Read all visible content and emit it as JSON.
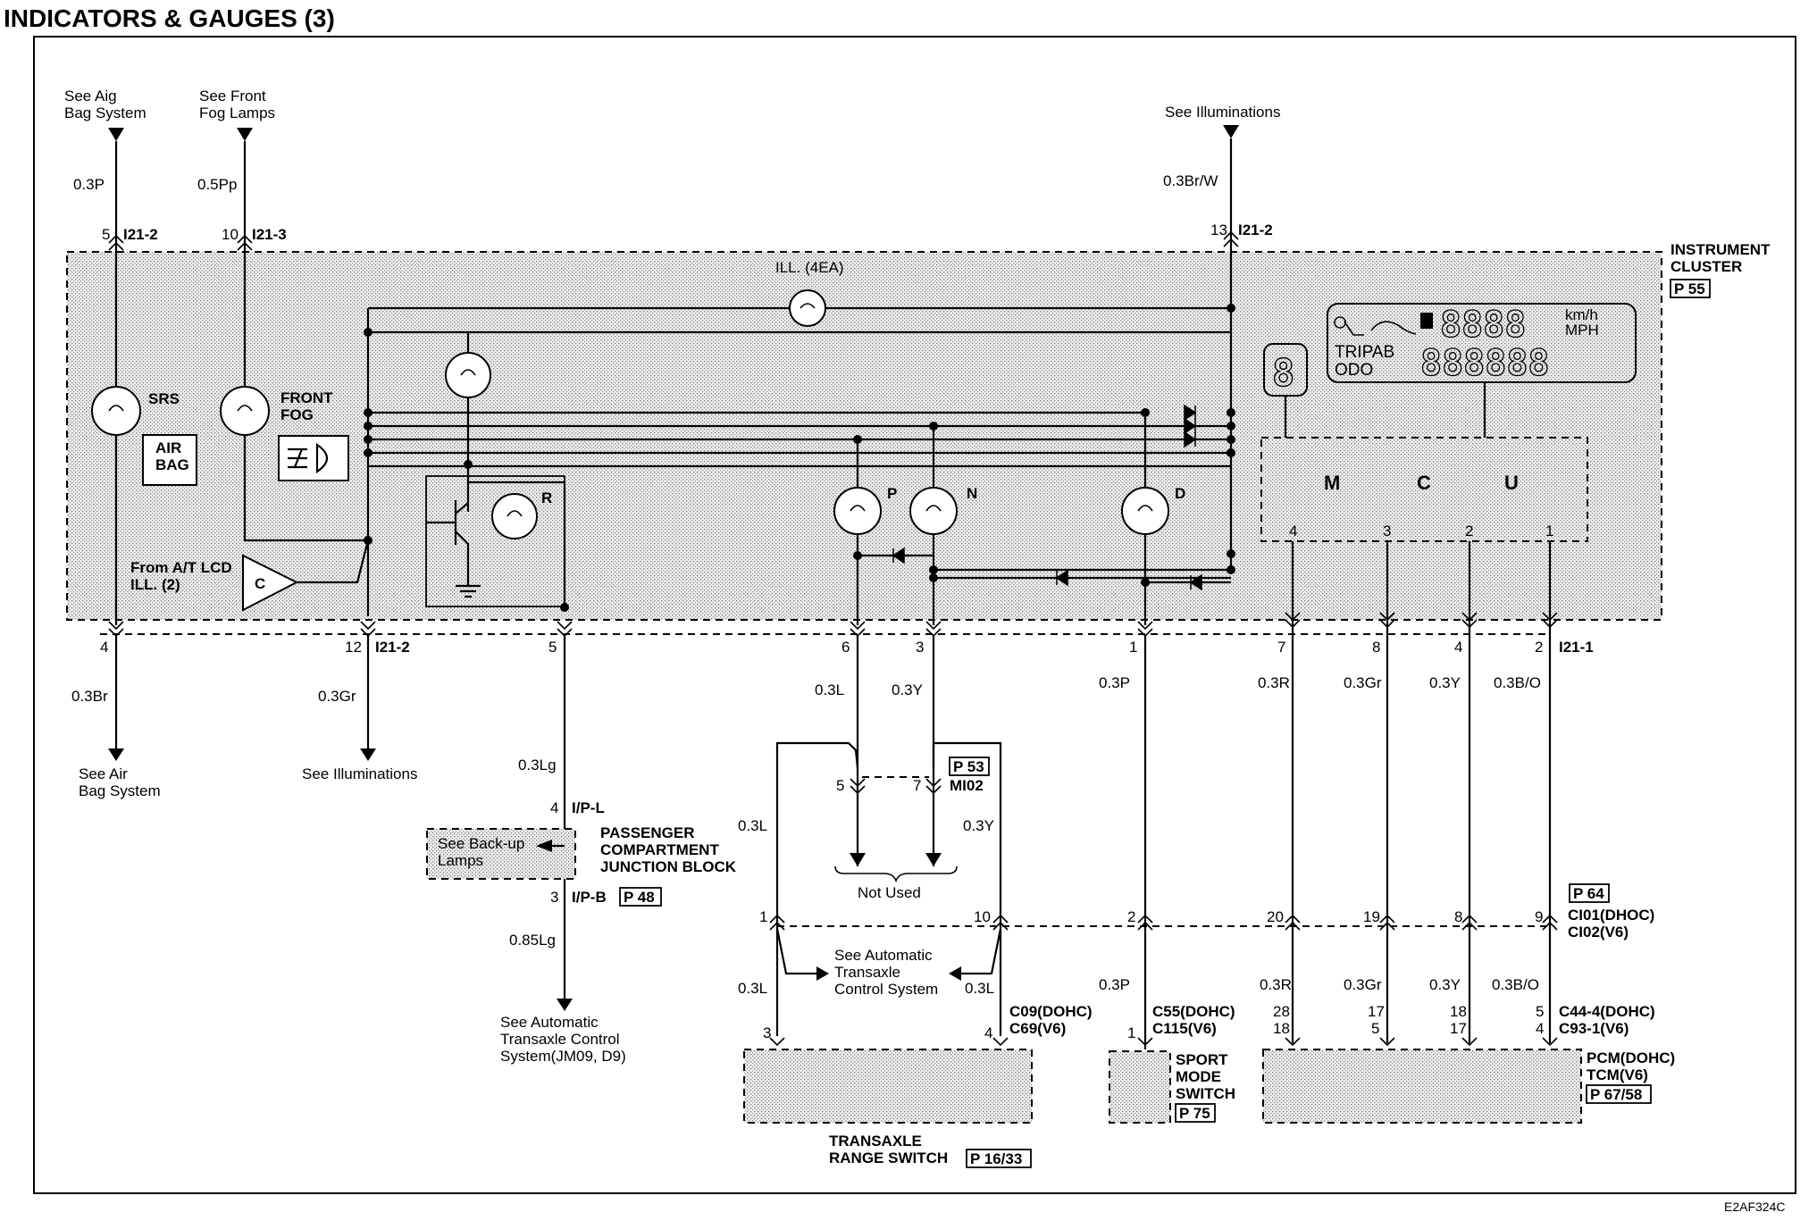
{
  "title": "INDICATORS & GAUGES (3)",
  "figure_code": "E2AF324C",
  "top_refs": {
    "airbag": "See Aig\nBag System",
    "front_fog": "See Front\nFog Lamps",
    "illuminations": "See Illuminations"
  },
  "top_wires": {
    "airbag": "0.3P",
    "fog": "0.5Pp",
    "ill": "0.3Br/W"
  },
  "top_pins": {
    "airbag": "5",
    "airbag_conn": "I21-2",
    "fog": "10",
    "fog_conn": "I21-3",
    "ill": "13",
    "ill_conn": "I21-2"
  },
  "cluster": {
    "label": "INSTRUMENT\nCLUSTER",
    "page_ref": "P 55",
    "ill_label": "ILL. (4EA)",
    "srs": "SRS",
    "air_bag": "AIR\nBAG",
    "front_fog": "FRONT\nFOG",
    "from_at": "From A/T LCD\nILL. (2)",
    "c_label": "C",
    "r": "R",
    "p": "P",
    "n": "N",
    "d": "D",
    "mcu_m": "M",
    "mcu_c": "C",
    "mcu_u": "U",
    "mcu_pins": [
      "4",
      "3",
      "2",
      "1"
    ],
    "lcd_kmh": "km/h",
    "lcd_mph": "MPH",
    "lcd_tripab": "TRIPAB",
    "lcd_odo": "ODO",
    "lcd_gear_digit": "8",
    "lcd_speed_digits": "8888",
    "lcd_odo_digits": "888888"
  },
  "bottom_pins": [
    {
      "pin": "4",
      "wire": "0.3Br"
    },
    {
      "pin": "12",
      "conn": "I21-2",
      "wire": "0.3Gr"
    },
    {
      "pin": "5",
      "wire": "0.3Lg"
    },
    {
      "pin": "6",
      "wire": "0.3L"
    },
    {
      "pin": "3",
      "wire": "0.3Y"
    },
    {
      "pin": "1",
      "wire": "0.3P"
    },
    {
      "pin": "7",
      "wire": "0.3R"
    },
    {
      "pin": "8",
      "wire": "0.3Gr"
    },
    {
      "pin": "4",
      "wire": "0.3Y"
    },
    {
      "pin": "2",
      "conn": "I21-1",
      "wire": "0.3B/O"
    }
  ],
  "refs": {
    "air_bag": "See Air\nBag System",
    "illuminations": "See Illuminations",
    "back_up": "See Back-up\nLamps",
    "auto_trans_jm09": "See Automatic\nTransaxle Control\nSystem(JM09, D9)",
    "auto_trans": "See Automatic\nTransaxle\nControl System",
    "not_used": "Not Used"
  },
  "junction": {
    "pin_top": "4",
    "conn_top": "I/P-L",
    "label": "PASSENGER\nCOMPARTMENT\nJUNCTION BLOCK",
    "pin_bot": "3",
    "conn_bot": "I/P-B",
    "page_ref": "P 48",
    "wire_out": "0.85Lg"
  },
  "mi02": {
    "page_ref": "P 53",
    "conn": "MI02",
    "pin_a": "5",
    "pin_b": "7",
    "wire_left": "0.3L",
    "wire_right": "0.3Y"
  },
  "c_row": {
    "pins": [
      "1",
      "10",
      "2",
      "20",
      "19",
      "8",
      "9"
    ],
    "page_ref": "P 64",
    "conn_a": "CI01(DHOC)",
    "conn_b": "CI02(V6)"
  },
  "trs": {
    "wire_l": "0.3L",
    "wire_r": "0.3L",
    "conn_a": "C09(DOHC)",
    "conn_b": "C69(V6)",
    "pin_l": "3",
    "pin_r": "4",
    "label": "TRANSAXLE\nRANGE SWITCH",
    "page_ref": "P 16/33"
  },
  "sport": {
    "wire": "0.3P",
    "conn_a": "C55(DOHC)",
    "conn_b": "C115(V6)",
    "pin": "1",
    "label": "SPORT\nMODE\nSWITCH",
    "page_ref": "P 75"
  },
  "pcm": {
    "wires": [
      "0.3R",
      "0.3Gr",
      "0.3Y",
      "0.3B/O"
    ],
    "pins_dohc": [
      "28",
      "17",
      "18",
      "5"
    ],
    "pins_v6": [
      "18",
      "5",
      "17",
      "4"
    ],
    "conn_a": "C44-4(DOHC)",
    "conn_b": "C93-1(V6)",
    "label_a": "PCM(DOHC)",
    "label_b": "TCM(V6)",
    "page_ref": "P 67/58"
  }
}
